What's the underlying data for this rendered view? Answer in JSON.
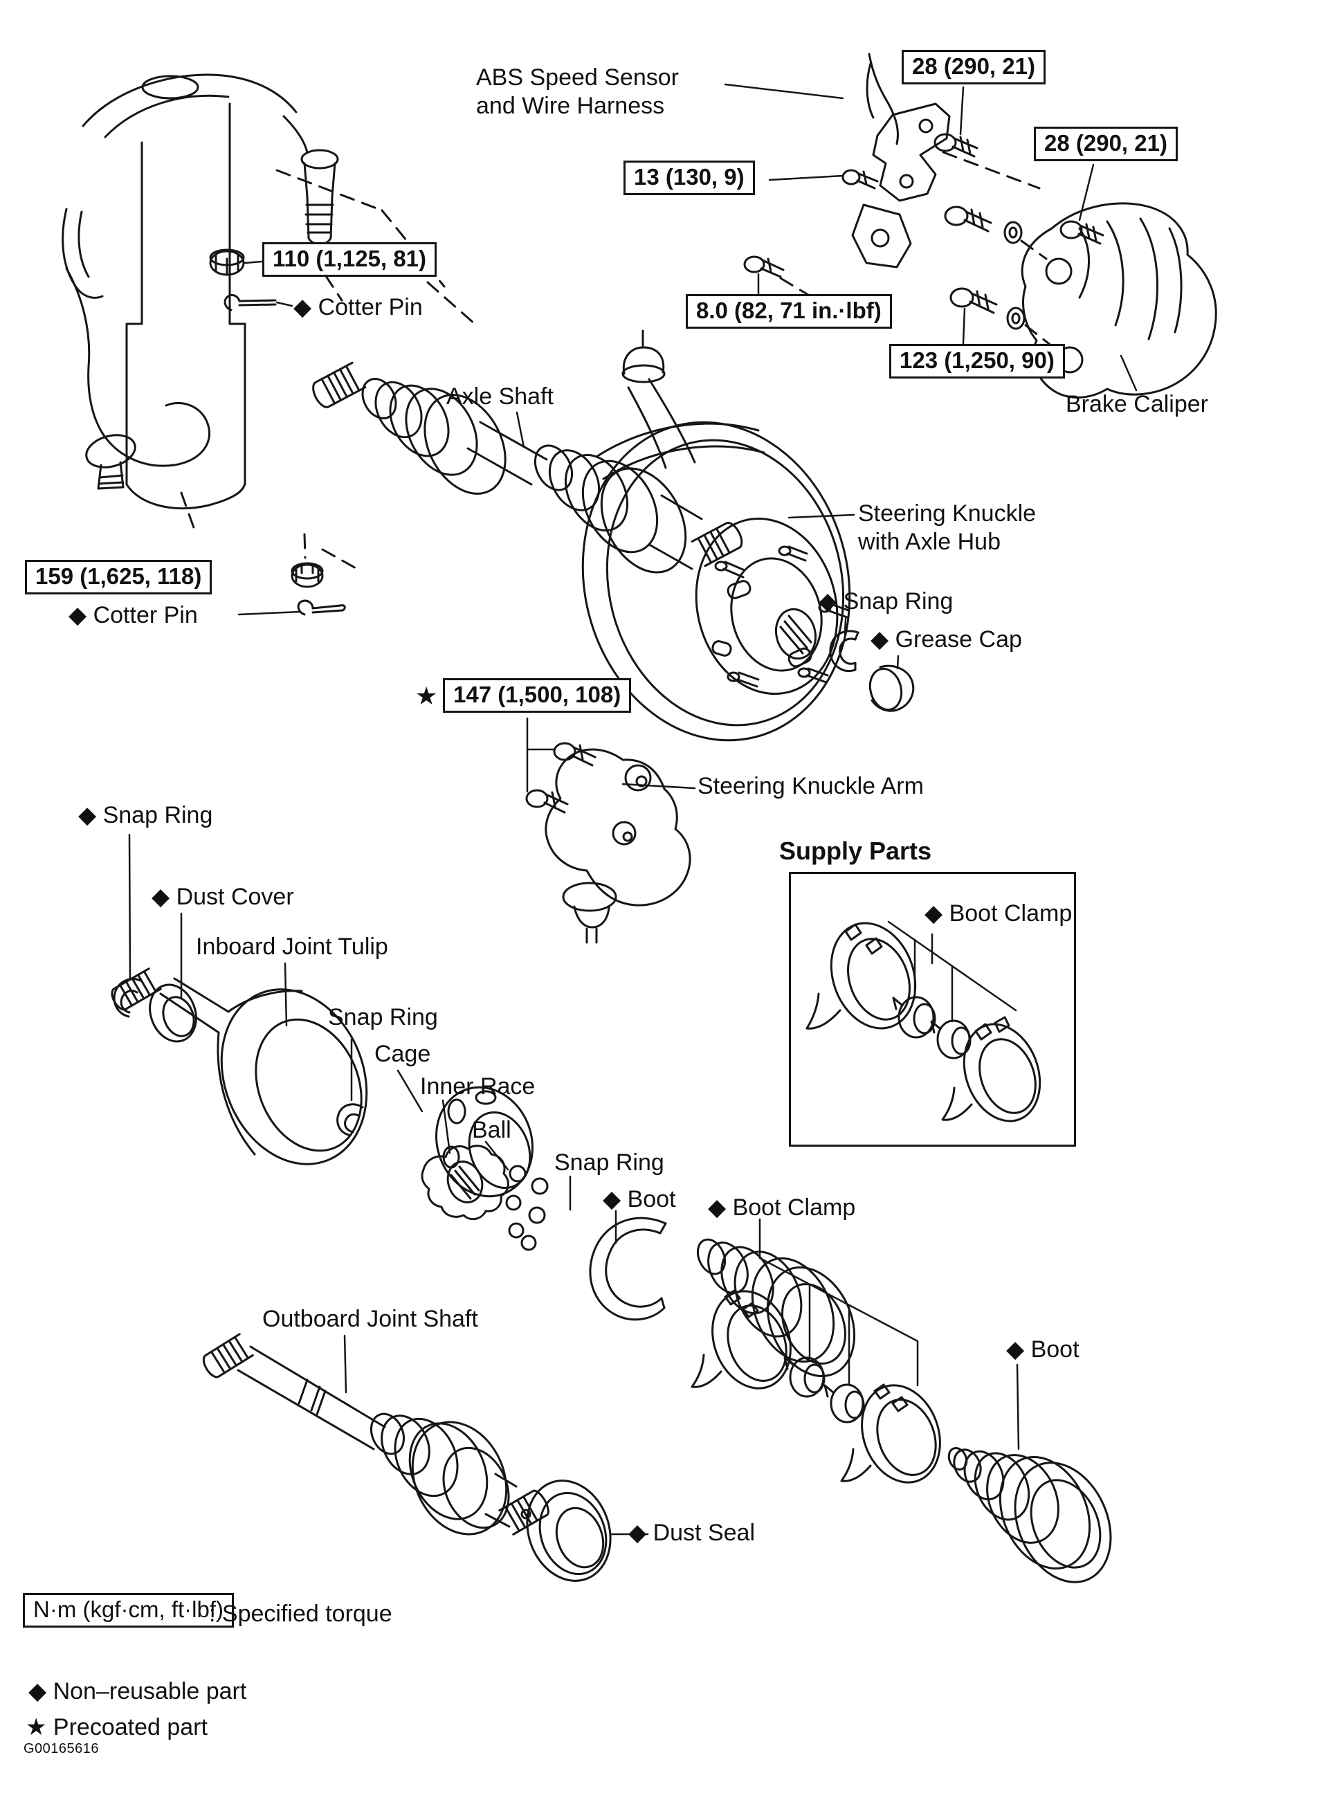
{
  "figure": {
    "code": "G00165616",
    "callouts": {
      "abs_sensor": {
        "line1": "ABS Speed Sensor",
        "line2": "and Wire Harness"
      },
      "cotter_pin_upper": {
        "text": "◆ Cotter Pin"
      },
      "cotter_pin_lower": {
        "text": "◆ Cotter Pin"
      },
      "axle_shaft": {
        "text": "Axle Shaft"
      },
      "brake_caliper": {
        "text": "Brake Caliper"
      },
      "steering_knuckle": {
        "line1": "Steering Knuckle",
        "line2": "with Axle Hub"
      },
      "snap_ring_hub": {
        "text": "◆ Snap Ring"
      },
      "grease_cap": {
        "text": "◆ Grease Cap"
      },
      "steering_knuckle_arm": {
        "text": "Steering Knuckle Arm"
      },
      "snap_ring_inboard": {
        "text": "◆ Snap Ring"
      },
      "dust_cover": {
        "text": "◆ Dust Cover"
      },
      "inboard_joint_tulip": {
        "text": "Inboard Joint Tulip"
      },
      "snap_ring_cage": {
        "text": "Snap Ring"
      },
      "cage": {
        "text": "Cage"
      },
      "inner_race": {
        "text": "Inner Race"
      },
      "ball": {
        "text": "Ball"
      },
      "snap_ring_outboard": {
        "text": "Snap Ring"
      },
      "boot_inboard": {
        "text": "◆ Boot"
      },
      "boot_clamp_mid": {
        "text": "◆ Boot Clamp"
      },
      "outboard_joint_shaft": {
        "text": "Outboard Joint Shaft"
      },
      "boot_outboard": {
        "text": "◆ Boot"
      },
      "dust_seal": {
        "text": "◆ Dust Seal"
      }
    },
    "supply_parts": {
      "title": "Supply Parts",
      "boot_clamp": "◆ Boot Clamp"
    },
    "torque_specs": {
      "bolt_28_upper": "28 (290, 21)",
      "bolt_28_lower": "28 (290, 21)",
      "bolt_13": "13 (130, 9)",
      "nut_110": "110 (1,125, 81)",
      "bolt_8": "8.0 (82, 71 in.·lbf)",
      "bolt_123": "123 (1,250, 90)",
      "nut_159": "159 (1,625, 118)",
      "bolt_147": "147 (1,500, 108)",
      "star_147": "★"
    },
    "legend": {
      "torque_unit_box": "N·m (kgf·cm, ft·lbf)",
      "torque_note": ": Specified torque",
      "non_reusable": "◆ Non–reusable part",
      "precoated": "★ Precoated part"
    }
  }
}
